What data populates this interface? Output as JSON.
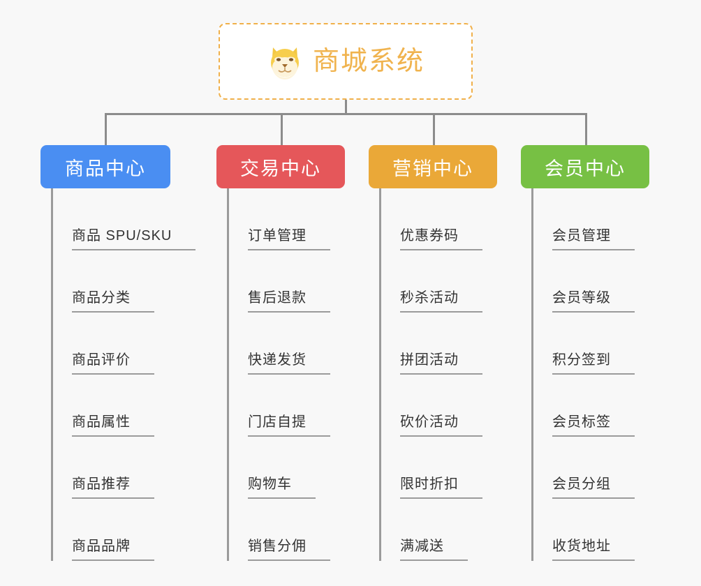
{
  "diagram": {
    "type": "organization-tree",
    "background_color": "#f8f8f8",
    "root": {
      "title": "商城系统",
      "icon": "shiba-inu-dog-face-emoji",
      "text_color": "#f0b34e",
      "border_color": "#f0b04a",
      "border_style": "dashed"
    },
    "branches": [
      {
        "label": "商品中心",
        "color": "#4a8ef2",
        "items": [
          "商品 SPU/SKU",
          "商品分类",
          "商品评价",
          "商品属性",
          "商品推荐",
          "商品品牌"
        ]
      },
      {
        "label": "交易中心",
        "color": "#e5575a",
        "items": [
          "订单管理",
          "售后退款",
          "快递发货",
          "门店自提",
          "购物车",
          "销售分佣"
        ]
      },
      {
        "label": "营销中心",
        "color": "#eaa838",
        "items": [
          "优惠券码",
          "秒杀活动",
          "拼团活动",
          "砍价活动",
          "限时折扣",
          "满减送"
        ]
      },
      {
        "label": "会员中心",
        "color": "#77c044",
        "items": [
          "会员管理",
          "会员等级",
          "积分签到",
          "会员标签",
          "会员分组",
          "收货地址"
        ]
      }
    ]
  }
}
